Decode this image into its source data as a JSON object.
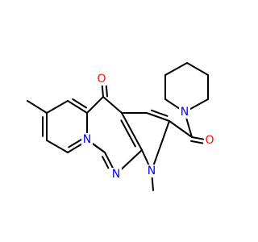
{
  "molecule": {
    "atom_labels": [
      {
        "id": "O1",
        "symbol": "O",
        "color": "#ff0d0d"
      },
      {
        "id": "O2",
        "symbol": "O",
        "color": "#ff0d0d"
      },
      {
        "id": "N_pyrido",
        "symbol": "N",
        "color": "#0000ff"
      },
      {
        "id": "N_pyrimidine",
        "symbol": "N",
        "color": "#0000ff"
      },
      {
        "id": "N_pyrrole",
        "symbol": "N",
        "color": "#0000ff"
      },
      {
        "id": "N_piperidine",
        "symbol": "N",
        "color": "#0000ff"
      }
    ],
    "bond_color": "#000000"
  }
}
